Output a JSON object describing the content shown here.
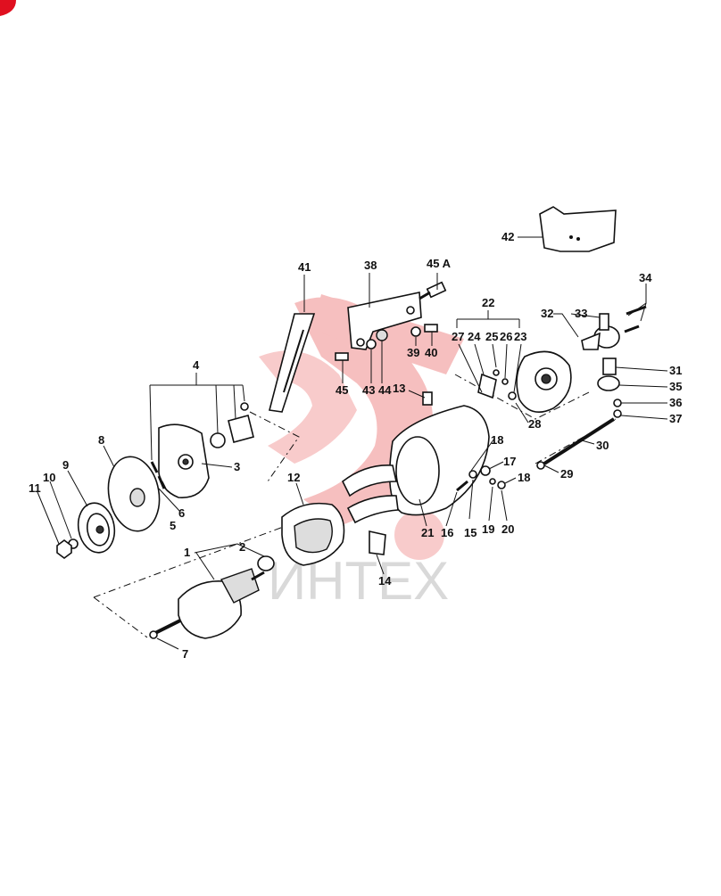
{
  "watermark": {
    "text": "ИНТЕХ",
    "logo_color": "#f5b4b4",
    "text_color": "#d9d9d9"
  },
  "corner_marker_color": "#e01020",
  "callouts": {
    "c1": "1",
    "c2": "2",
    "c3": "3",
    "c4": "4",
    "c5": "5",
    "c6": "6",
    "c7": "7",
    "c8": "8",
    "c9": "9",
    "c10": "10",
    "c11": "11",
    "c12": "12",
    "c13": "13",
    "c14": "14",
    "c15": "15",
    "c16": "16",
    "c17": "17",
    "c18a": "18",
    "c18b": "18",
    "c19": "19",
    "c20": "20",
    "c21": "21",
    "c22": "22",
    "c23": "23",
    "c24": "24",
    "c25": "25",
    "c26": "26",
    "c27": "27",
    "c28": "28",
    "c29": "29",
    "c30": "30",
    "c31": "31",
    "c32": "32",
    "c33": "33",
    "c34": "34",
    "c35": "35",
    "c36": "36",
    "c37": "37",
    "c38": "38",
    "c39": "39",
    "c40": "40",
    "c41": "41",
    "c42": "42",
    "c43": "43",
    "c44": "44",
    "c45a": "45",
    "c45A": "45 A"
  }
}
